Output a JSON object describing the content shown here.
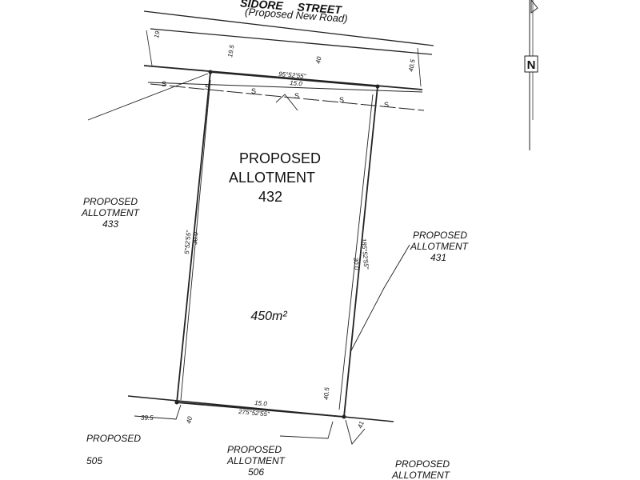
{
  "street": {
    "name_partial": "SIDORE",
    "type": "STREET",
    "note": "(Proposed New Road)"
  },
  "north_label": "N",
  "sewer_marker": "S",
  "main_lot": {
    "line1": "PROPOSED",
    "line2": "ALLOTMENT",
    "number": "432",
    "area": "450m²"
  },
  "neighbours": {
    "lot_433": {
      "line1": "PROPOSED",
      "line2": "ALLOTMENT",
      "number": "433"
    },
    "lot_431": {
      "line1": "PROPOSED",
      "line2": "ALLOTMENT",
      "number": "431"
    },
    "lot_505": {
      "line1": "PROPOSED",
      "number": "505"
    },
    "lot_506": {
      "line1": "PROPOSED",
      "line2": "ALLOTMENT",
      "number": "506"
    },
    "lot_bottom_right": {
      "line1": "PROPOSED",
      "line2": "ALLOTMENT"
    }
  },
  "dimensions": {
    "top_length": "15.0",
    "top_bearing": "95°52'55\"",
    "bottom_length": "15.0",
    "bottom_bearing": "275°52'55\"",
    "left_length": "30.0",
    "left_bearing": "5°52'55\"",
    "right_length": "30.0",
    "right_bearing": "185°52'55\"",
    "off_road_1": "19",
    "off_road_2": "19.5",
    "off_road_3": "40",
    "off_road_4": "40.5",
    "off_bottom_1": "39.5",
    "off_bottom_2": "40",
    "off_bottom_3": "40.5",
    "off_bottom_4": "41"
  }
}
